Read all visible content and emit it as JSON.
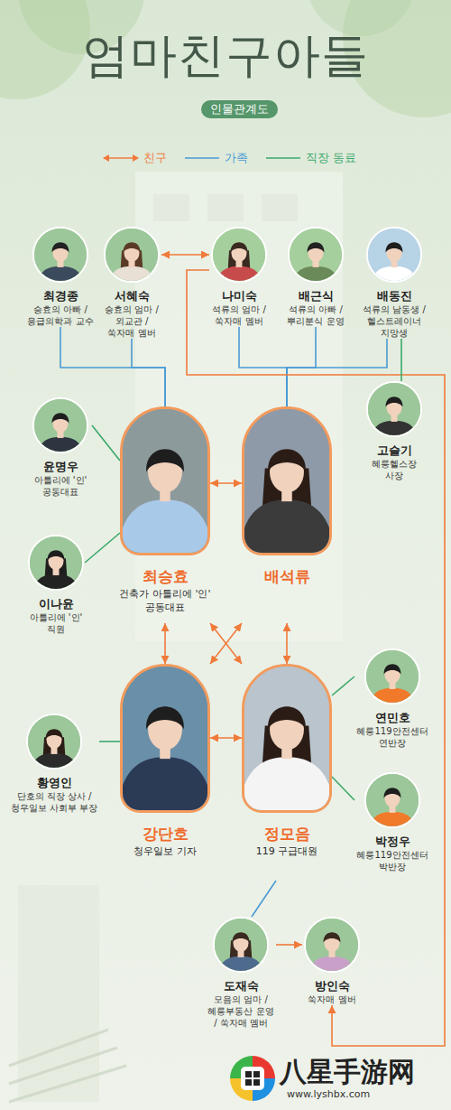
{
  "diagram": {
    "title": "엄마친구아들",
    "nodes": [
      {
        "text": [
          "인물관계도"
        ]
      },
      {
        "text": [
          "최경종",
          "승효의 아빠 / 응급의학과 교수"
        ]
      },
      {
        "text": [
          "서혜숙",
          "승효의 엄마 / 외교관 / 쑥자매 멤버"
        ]
      },
      {
        "text": [
          "나미숙",
          "석류의 엄마 / 쑥자매 멤버"
        ]
      },
      {
        "text": [
          "배근식",
          "석류의 아빠 / 뿌리분식 운영"
        ]
      },
      {
        "text": [
          "배동진",
          "석류의 남동생 / 헬스트레이너 지망생"
        ]
      },
      {
        "text": [
          "윤명우",
          "아틀리에 '인' 공동대표"
        ]
      },
      {
        "text": [
          "최승효",
          "건축가 아틀리에 '인' 공동대표"
        ]
      },
      {
        "text": [
          "배석류"
        ]
      },
      {
        "text": [
          "고슬기",
          "혜릉헬스장 사장"
        ]
      },
      {
        "text": [
          "이나윤",
          "아틀리에 '인' 직원"
        ]
      },
      {
        "text": [
          "강단호",
          "청우일보 기자"
        ]
      },
      {
        "text": [
          "정모음",
          "119 구급대원"
        ]
      },
      {
        "text": [
          "연민호",
          "혜릉119안전센터 연반장"
        ]
      },
      {
        "text": [
          "황영인",
          "단호의 직장 상사 / 청우일보 사회부 부장"
        ]
      },
      {
        "text": [
          "박정우",
          "혜릉119안전센터 박반장"
        ]
      },
      {
        "text": [
          "도재숙",
          "모음의 엄마 / 혜릉부동산 운영 / 쑥자매 멤버"
        ]
      },
      {
        "text": [
          "방인숙",
          "쑥자매 멤버"
        ]
      }
    ],
    "edges": [
      {
        "from": 1,
        "to": 7,
        "arrow": "none"
      },
      {
        "from": 2,
        "to": 7,
        "arrow": "none"
      },
      {
        "from": 3,
        "to": 8,
        "arrow": "none"
      },
      {
        "from": 4,
        "to": 8,
        "arrow": "none"
      },
      {
        "from": 5,
        "to": 8,
        "arrow": "none"
      },
      {
        "from": 2,
        "to": 3,
        "arrow": "both"
      },
      {
        "from": 3,
        "to": 17,
        "arrow": "to"
      },
      {
        "from": 5,
        "to": 9,
        "arrow": "none"
      },
      {
        "from": 6,
        "to": 7,
        "arrow": "none"
      },
      {
        "from": 7,
        "to": 8,
        "arrow": "both"
      },
      {
        "from": 10,
        "to": 7,
        "arrow": "none"
      },
      {
        "from": 7,
        "to": 11,
        "arrow": "both"
      },
      {
        "from": 8,
        "to": 12,
        "arrow": "both"
      },
      {
        "from": 7,
        "to": 12,
        "arrow": "both"
      },
      {
        "from": 8,
        "to": 11,
        "arrow": "both"
      },
      {
        "from": 11,
        "to": 12,
        "arrow": "both"
      },
      {
        "from": 14,
        "to": 11,
        "arrow": "none"
      },
      {
        "from": 13,
        "to": 12,
        "arrow": "none"
      },
      {
        "from": 15,
        "to": 12,
        "arrow": "none"
      },
      {
        "from": 12,
        "to": 16,
        "arrow": "none"
      },
      {
        "from": 16,
        "to": 17,
        "arrow": "to"
      }
    ],
    "labels": [
      "八星手游网",
      "www.lyshbx.com"
    ],
    "legend": [
      {
        "text": "친구"
      },
      {
        "text": "가족"
      },
      {
        "text": "직장 동료"
      }
    ]
  }
}
